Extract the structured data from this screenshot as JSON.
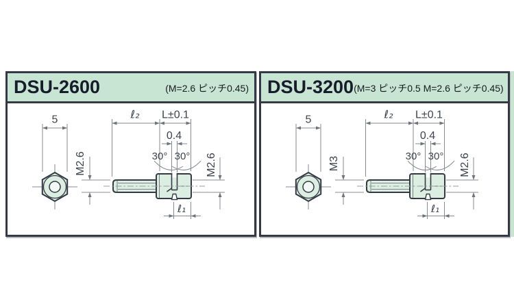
{
  "panels": [
    {
      "id": "dsu-2600",
      "title": "DSU-2600",
      "spec": "(M=2.6 ピッチ0.45)",
      "drawing": {
        "width_across_flats": "5",
        "stud_thread": "M2.6",
        "thread_len": "ℓ₂",
        "total_len": "L±0.1",
        "slot_width": "0.4",
        "slot_angle_left": "30°",
        "slot_angle_right": "30°",
        "tap_thread": "M2.6",
        "slot_offset": "ℓ₁"
      }
    },
    {
      "id": "dsu-3200",
      "title": "DSU-3200",
      "spec": "(M=3 ピッチ0.5  M=2.6 ピッチ0.45)",
      "drawing": {
        "width_across_flats": "5",
        "stud_thread": "M3",
        "thread_len": "ℓ₂",
        "total_len": "L±0.1",
        "slot_width": "0.4",
        "slot_angle_left": "30°",
        "slot_angle_right": "30°",
        "tap_thread": "M2.6",
        "slot_offset": "ℓ₁"
      }
    }
  ],
  "colors": {
    "header_green": "#c8e5d3",
    "edge_strip_green": "#c8e5d3",
    "part_fill_green": "#dcede2",
    "outline_dark": "#343943",
    "dimension_gray": "#868a91",
    "text_dark": "#171c2b"
  }
}
